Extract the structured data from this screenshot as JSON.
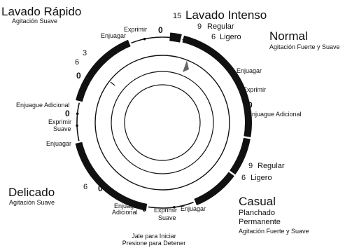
{
  "colors": {
    "ink": "#111111",
    "background": "#ffffff"
  },
  "labels": {
    "lavado_rapido": "Lavado Rápido",
    "agitacion_suave_1": "Agitación Suave",
    "lavado_intenso": "Lavado Intenso",
    "num_15": "15",
    "num_9_a": "9",
    "regular_a": "Regular",
    "num_6_a": "6",
    "ligero_a": "Ligero",
    "normal": "Normal",
    "agitacion_fuerte_suave_1": "Agitación Fuerte y Suave",
    "exprimir_top": "Exprimir",
    "zero_top": "0",
    "enjuagar_top": "Enjuagar",
    "num_6_left": "6",
    "num_3_left": "3",
    "zero_left_top": "0",
    "enjuagar_right": "Enjuagar",
    "exprimir_right": "Exprimir",
    "zero_right": "0",
    "enjuague_adicional_right": "Enjuague Adicional",
    "enjuague_adicional_left": "Enjuague Adicional",
    "zero_left_mid": "0",
    "exprimir_left": "Exprimir",
    "suave_left": "Suave",
    "enjuagar_left": "Enjuagar",
    "zero_right_low": "0",
    "num_9_b": "9",
    "regular_b": "Regular",
    "num_6_b": "6",
    "ligero_b": "Ligero",
    "delicado": "Delicado",
    "agitacion_suave_2": "Agitación Suave",
    "num_6_delicado": "6",
    "zero_delicado": "0",
    "enjuague_bottom": "Enjuague",
    "adicional_bottom": "Adicional",
    "zero_bottom": "0",
    "exprimir_bottom": "Exprimir",
    "suave_bottom": "Suave",
    "enjuagar_bottom": "Enjuagar",
    "casual": "Casual",
    "planchado": "Planchado",
    "permanente": "Permanente",
    "agitacion_fuerte_suave_2": "Agitación Fuerte y Suave",
    "jale_iniciar": "Jale para Iniciar",
    "presione_detener": "Presione para Detener"
  }
}
